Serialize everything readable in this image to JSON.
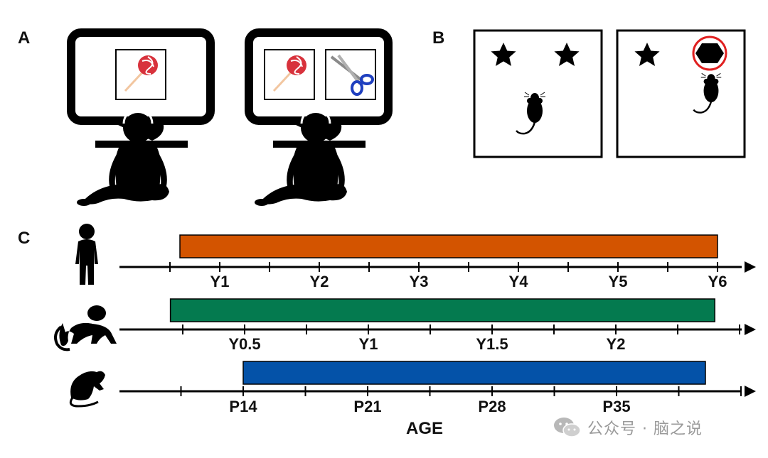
{
  "panels": {
    "a": "A",
    "b": "B",
    "c": "C"
  },
  "timeline": {
    "axis_title": "AGE",
    "rows": [
      {
        "species": "human",
        "color": "#d35400",
        "start": "Y0.6",
        "end": "Y6",
        "ticks": [
          "Y1",
          "Y2",
          "Y3",
          "Y4",
          "Y5",
          "Y6"
        ]
      },
      {
        "species": "monkey",
        "color": "#047a4f",
        "start": "Y0.2",
        "end": "Y2.4",
        "ticks": [
          "Y0.5",
          "Y1",
          "Y1.5",
          "Y2"
        ]
      },
      {
        "species": "rodent",
        "color": "#0452a8",
        "start": "P14",
        "end": "P40",
        "ticks": [
          "P14",
          "P21",
          "P28",
          "P35"
        ]
      }
    ]
  },
  "watermark": {
    "text": "公众号 · 脑之说"
  },
  "icons": {
    "monitor": "monitor-icon",
    "infant": "infant-silhouette-icon",
    "lollipop": "lollipop-icon",
    "scissors": "scissors-icon",
    "star": "star-icon",
    "hexagon": "hexagon-icon",
    "mouse": "mouse-icon",
    "child": "child-silhouette-icon",
    "monkey": "monkey-silhouette-icon",
    "rat": "rat-silhouette-icon"
  }
}
